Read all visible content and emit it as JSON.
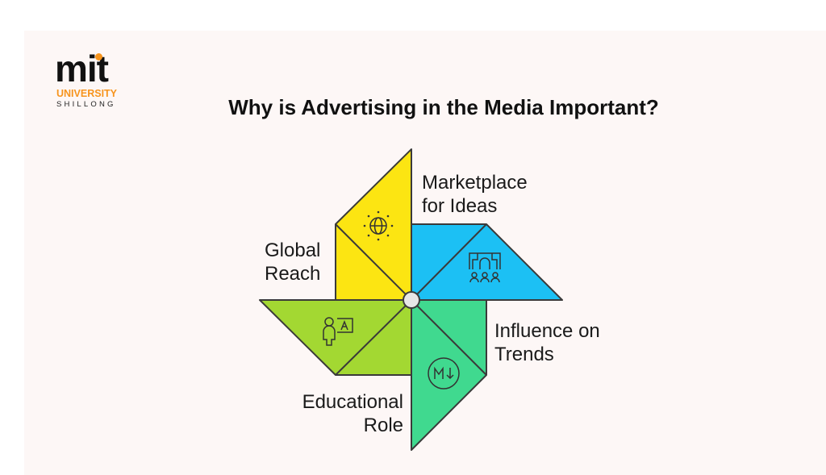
{
  "logo": {
    "main": "mit",
    "line1": "UNIVERSITY",
    "line2": "SHILLONG"
  },
  "title": "Why is Advertising in the Media Important?",
  "segments": [
    {
      "label_line1": "Global",
      "label_line2": "Reach",
      "color": "#fce512",
      "icon": "globe-icon"
    },
    {
      "label_line1": "Marketplace",
      "label_line2": "for Ideas",
      "color": "#1cc0f4",
      "icon": "audience-icon"
    },
    {
      "label_line1": "Influence on",
      "label_line2": "Trends",
      "color": "#40d98f",
      "icon": "markdown-icon"
    },
    {
      "label_line1": "Educational",
      "label_line2": "Role",
      "color": "#a3d832",
      "icon": "teacher-icon"
    }
  ]
}
